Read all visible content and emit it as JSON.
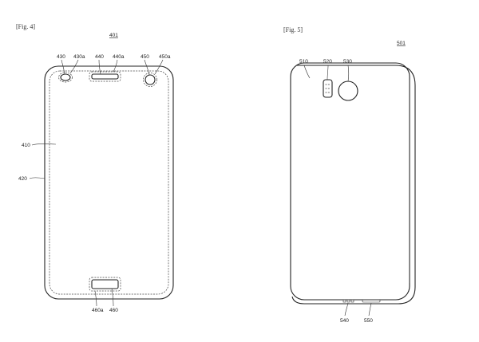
{
  "figures": {
    "fig4": {
      "caption": "[Fig. 4]",
      "title_ref": "401",
      "refs": {
        "r430": "430",
        "r430a": "430a",
        "r440": "440",
        "r440a": "440a",
        "r450": "450",
        "r450a": "450a",
        "r410": "410",
        "r420": "420",
        "r460a": "460a",
        "r460": "460"
      }
    },
    "fig5": {
      "caption": "[Fig. 5]",
      "title_ref": "501",
      "refs": {
        "r510": "510",
        "r520": "520",
        "r530": "530",
        "r540": "540",
        "r550": "550"
      }
    }
  }
}
